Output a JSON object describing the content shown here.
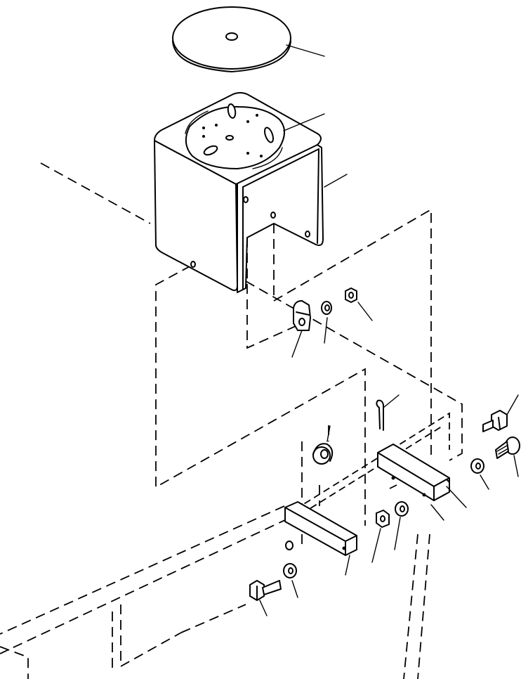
{
  "diagram": {
    "parts": [
      {
        "id": "cover-plate",
        "icon": "disc-icon"
      },
      {
        "id": "seal-gasket",
        "icon": "gasket-icon"
      },
      {
        "id": "shroud-cover",
        "icon": "box-cover-icon"
      },
      {
        "id": "clip",
        "icon": "clip-icon"
      },
      {
        "id": "lock-washer-upper",
        "icon": "washer-icon"
      },
      {
        "id": "nut-upper",
        "icon": "nut-icon"
      },
      {
        "id": "cotter-pin",
        "icon": "pin-icon"
      },
      {
        "id": "grommet",
        "icon": "grommet-icon"
      },
      {
        "id": "bolt-right",
        "icon": "bolt-icon"
      },
      {
        "id": "screw-right",
        "icon": "screw-icon"
      },
      {
        "id": "washer-right",
        "icon": "washer-icon"
      },
      {
        "id": "bracket-right",
        "icon": "angle-bracket-icon"
      },
      {
        "id": "bracket-left",
        "icon": "angle-bracket-icon"
      },
      {
        "id": "nut-lower",
        "icon": "nut-icon"
      },
      {
        "id": "washer-lower",
        "icon": "washer-icon"
      },
      {
        "id": "bolt-lower",
        "icon": "bolt-icon"
      },
      {
        "id": "washer-left",
        "icon": "washer-icon"
      }
    ],
    "line_color": "#000000",
    "background": "#ffffff"
  }
}
